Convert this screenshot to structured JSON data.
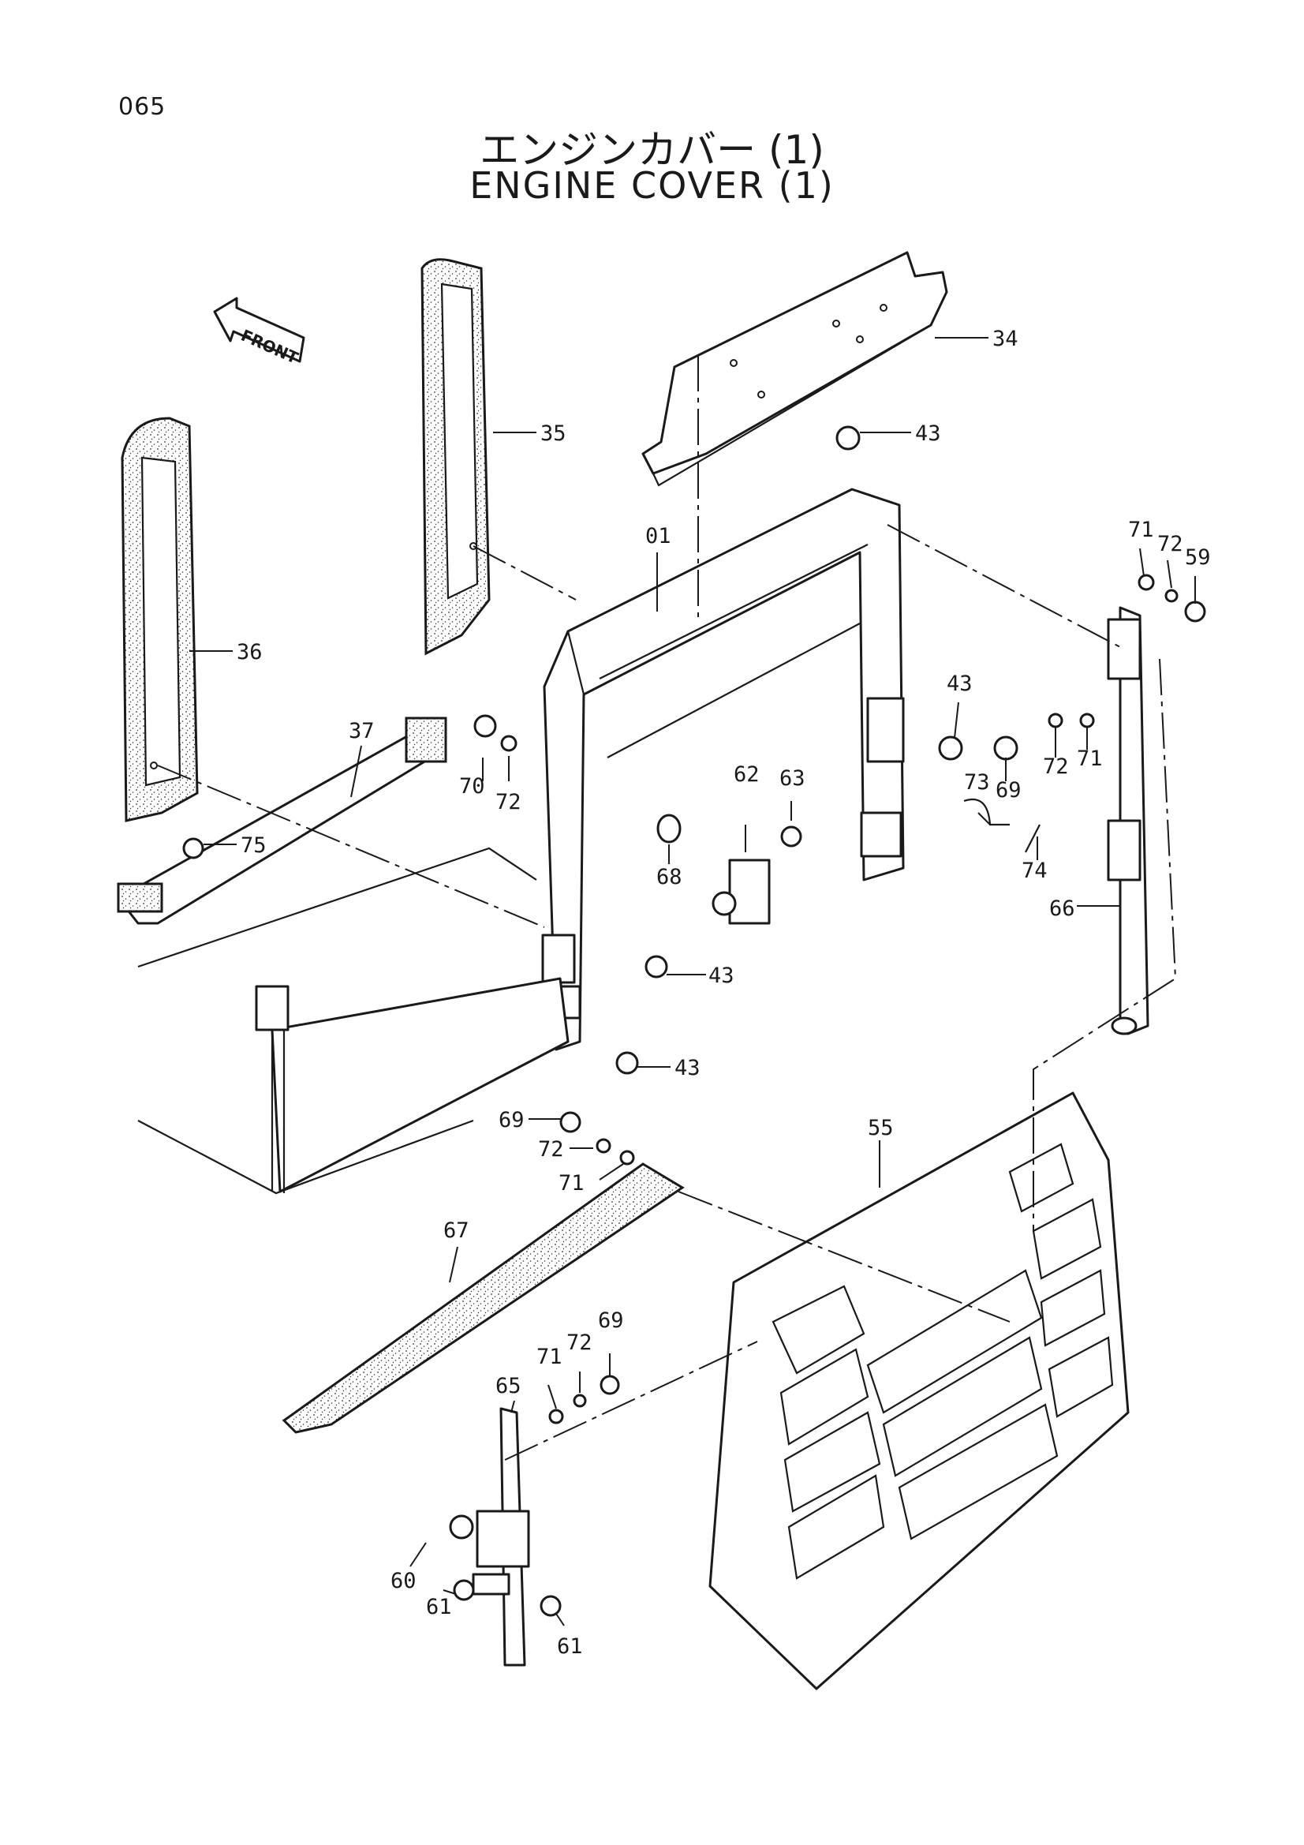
{
  "page_number": "065",
  "title_jp": "エンジンカバー (1)",
  "title_en": "ENGINE COVER (1)",
  "front_arrow_label": "FRONT",
  "callouts": {
    "c34": "34",
    "c35": "35",
    "c36": "36",
    "c37": "37",
    "c01": "01",
    "c43a": "43",
    "c43b": "43",
    "c43c": "43",
    "c43d": "43",
    "c71a": "71",
    "c72a": "72",
    "c59": "59",
    "c69a": "69",
    "c72b": "72",
    "c71b": "71",
    "c73": "73",
    "c74": "74",
    "c66": "66",
    "c70": "70",
    "c72c": "72",
    "c75": "75",
    "c62": "62",
    "c63": "63",
    "c68": "68",
    "c69b": "69",
    "c72d": "72",
    "c71c": "71",
    "c55": "55",
    "c67": "67",
    "c65": "65",
    "c71d": "71",
    "c72e": "72",
    "c69c": "69",
    "c60": "60",
    "c61a": "61",
    "c61b": "61"
  }
}
